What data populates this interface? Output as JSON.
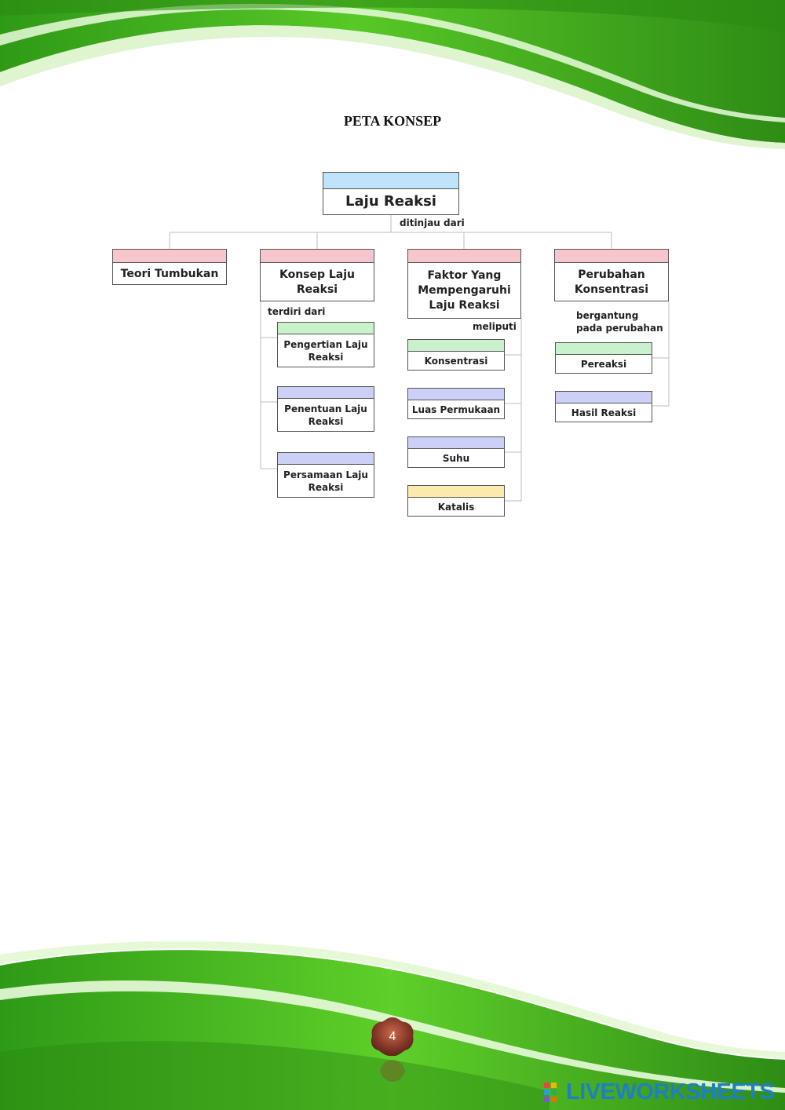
{
  "title": "PETA KONSEP",
  "root": "Laju Reaksi",
  "root_link": "ditinjau dari",
  "branches": {
    "teori": "Teori Tumbukan",
    "konsep": "Konsep Laju Reaksi",
    "faktor": "Faktor Yang Mempengaruhi Laju Reaksi",
    "perubahan": "Perubahan Konsentrasi"
  },
  "konsep_link": "terdiri dari",
  "konsep_children": [
    "Pengertian Laju Reaksi",
    "Penentuan Laju Reaksi",
    "Persamaan Laju Reaksi"
  ],
  "faktor_link": "meliputi",
  "faktor_children": [
    "Konsentrasi",
    "Luas Permukaan",
    "Suhu",
    "Katalis"
  ],
  "perubahan_link": "bergantung pada perubahan",
  "perubahan_children": [
    "Pereaksi",
    "Hasil Reaksi"
  ],
  "page_number": "4",
  "brand": "LIVEWORKSHEETS",
  "colors": {
    "accent_green": "#4fc21f",
    "dark_green": "#1f8a12",
    "brand_blue": "#1f7fc4",
    "page_badge": "#8b3a2a"
  }
}
